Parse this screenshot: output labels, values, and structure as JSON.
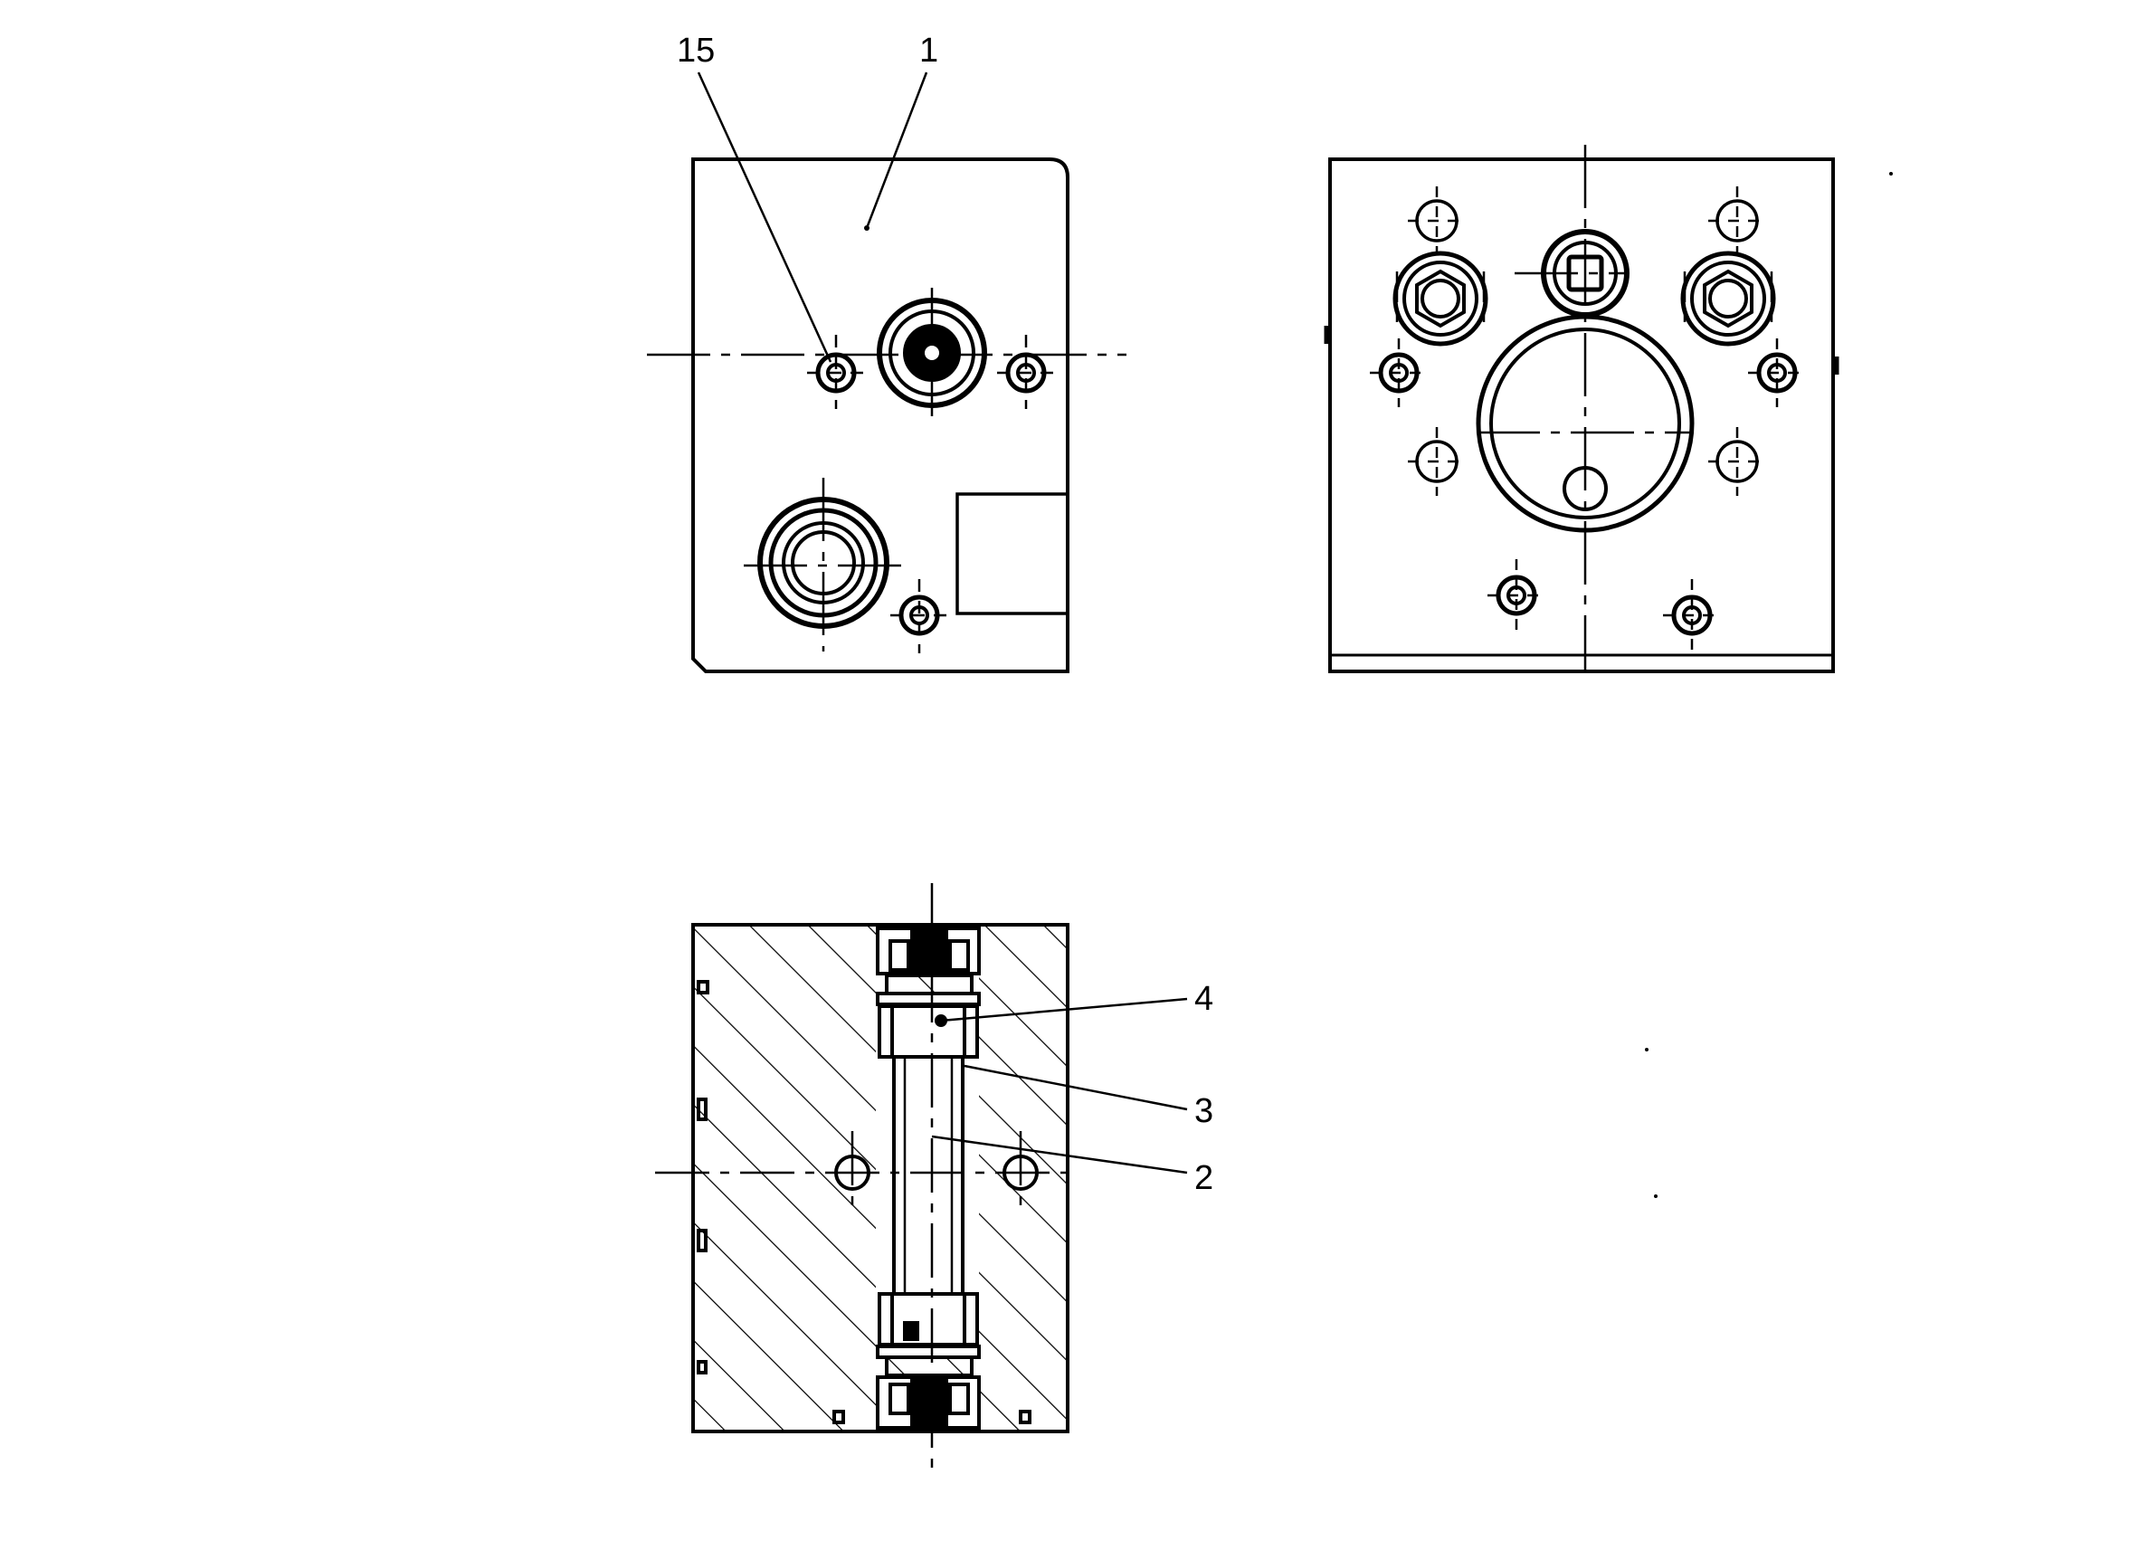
{
  "callouts": {
    "c15": "15",
    "c1": "1",
    "c4": "4",
    "c3": "3",
    "c2": "2"
  },
  "colors": {
    "line": "#000000",
    "background": "#ffffff"
  }
}
